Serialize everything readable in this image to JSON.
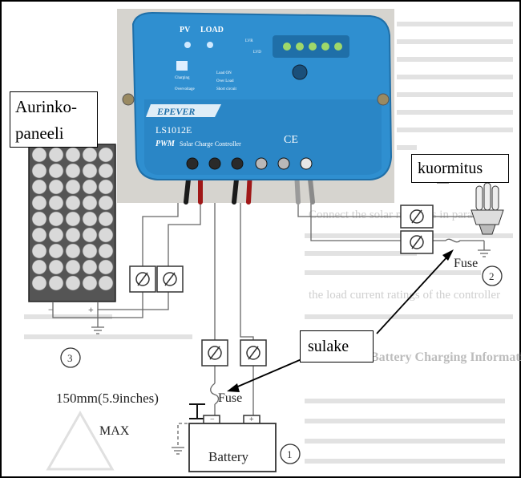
{
  "labels": {
    "panel_line1": "Aurinko-",
    "panel_line2": "paneeli",
    "load": "kuormitus",
    "fuse_callout": "sulake"
  },
  "controller": {
    "brand": "EPEVER",
    "model": "LS1012E",
    "subtitle": "Solar Charge Controller",
    "pwm": "PWM",
    "pv": "PV",
    "load": "LOAD",
    "ce": "CE",
    "charging": "Charging",
    "overvoltage": "Overvoltage",
    "lvd": "LVD",
    "lvr": "LVR",
    "load_on": "Load ON",
    "over_load": "Over Load",
    "short_circuit": "Short circuit"
  },
  "diagram": {
    "fuse_top": "Fuse",
    "fuse_bottom": "Fuse",
    "distance": "150mm(5.9inches)",
    "max": "MAX",
    "battery": "Battery",
    "num_1": "1",
    "num_2": "2",
    "num_3": "3",
    "minus": "−",
    "plus": "+"
  },
  "background_text": {
    "line1": "Battery Charging Information",
    "line2": "Connect the solar modules in parallel",
    "line3": "the load current ratings of the controller"
  },
  "colors": {
    "controller_blue": "#2f8fd0",
    "controller_dark": "#1f6fa8",
    "led_green": "#9fd86a",
    "photo_bg": "#d6d4cf"
  }
}
